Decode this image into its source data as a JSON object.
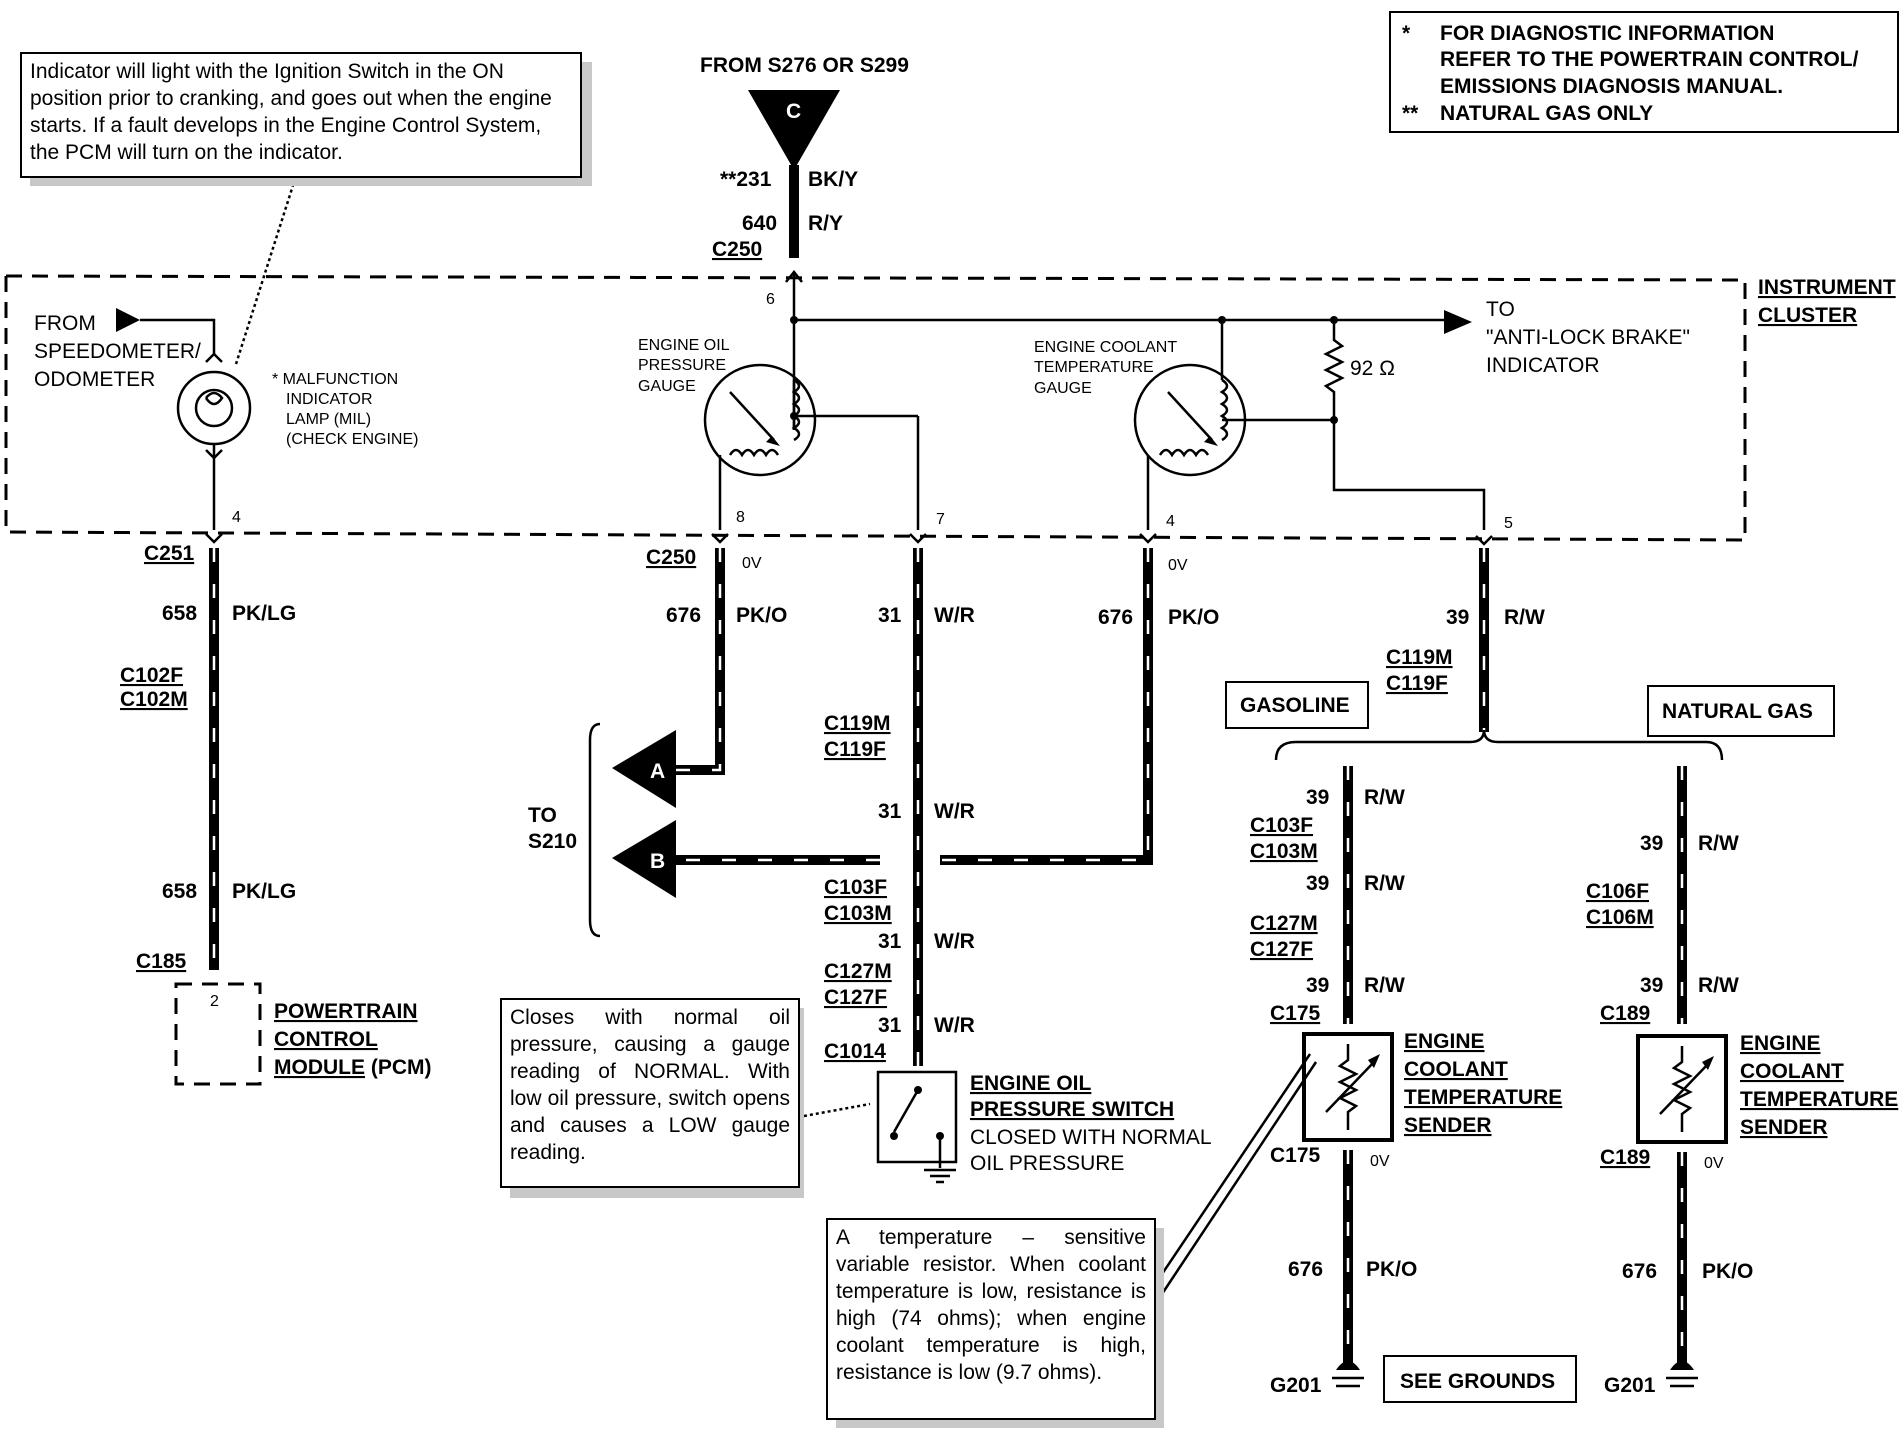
{
  "header_note": {
    "line1_marker": "*",
    "line1": "FOR DIAGNOSTIC INFORMATION",
    "line2": "REFER TO THE POWERTRAIN CONTROL/",
    "line3": "EMISSIONS DIAGNOSIS MANUAL.",
    "line4_marker": "**",
    "line4": "NATURAL GAS ONLY"
  },
  "mil_note": "Indicator will light with the Ignition Switch in the ON position prior to cranking, and goes out when the engine starts. If a fault develops in the Engine Control System, the PCM will turn on the indicator.",
  "source": {
    "label": "FROM S276 OR S299",
    "connector": "C"
  },
  "top_wires": {
    "w231": "**231",
    "w231_color": "BK/Y",
    "w640": "640",
    "w640_color": "R/Y",
    "conn": "C250",
    "pin": "6"
  },
  "cluster": {
    "line1": "INSTRUMENT",
    "line2": "CLUSTER"
  },
  "from_speedo": {
    "line1": "FROM",
    "line2": "SPEEDOMETER/",
    "line3": "ODOMETER"
  },
  "mil": {
    "line1": "* MALFUNCTION",
    "line2": "INDICATOR",
    "line3": "LAMP (MIL)",
    "line4": "(CHECK ENGINE)"
  },
  "oil_gauge": {
    "line1": "ENGINE OIL",
    "line2": "PRESSURE",
    "line3": "GAUGE"
  },
  "coolant_gauge": {
    "line1": "ENGINE COOLANT",
    "line2": "TEMPERATURE",
    "line3": "GAUGE"
  },
  "resistor": "92 Ω",
  "abs": {
    "line1": "TO",
    "line2": "\"ANTI-LOCK BRAKE\"",
    "line3": "INDICATOR"
  },
  "pins": {
    "p4a": "4",
    "p8": "8",
    "p7": "7",
    "p4b": "4",
    "p5": "5",
    "p2": "2"
  },
  "pcm_branch": {
    "conn1": "C251",
    "wire": "658",
    "color": "PK/LG",
    "c1": "C102F",
    "c2": "C102M",
    "wire2": "658",
    "color2": "PK/LG",
    "conn2": "C185"
  },
  "pcm": {
    "line1": "POWERTRAIN",
    "line2": "CONTROL",
    "line3": "MODULE",
    "line3b": " (PCM)"
  },
  "oil_ground_branch": {
    "conn": "C250",
    "volt": "0V",
    "wire": "676",
    "color": "PK/O"
  },
  "oil_switch_branch": {
    "wire": "31",
    "color": "W/R",
    "c1": "C119M",
    "c2": "C119F",
    "c3": "C103F",
    "c4": "C103M",
    "c5": "C127M",
    "c6": "C127F",
    "conn": "C1014"
  },
  "coolant_ground_branch": {
    "volt": "0V",
    "wire": "676",
    "color": "PK/O"
  },
  "to_s210": {
    "line1": "TO",
    "line2": "S210",
    "a": "A",
    "b": "B"
  },
  "oil_switch": {
    "line1": "ENGINE OIL",
    "line2": "PRESSURE SWITCH",
    "line3": "CLOSED WITH NORMAL",
    "line4": "OIL PRESSURE"
  },
  "oil_note": "Closes with normal oil pressure, causing a gauge reading of NORMAL. With low oil pressure, switch opens and causes a LOW gauge reading.",
  "sender_branch": {
    "wire": "39",
    "color": "R/W",
    "c1": "C119M",
    "c2": "C119F"
  },
  "gasoline": {
    "label": "GASOLINE",
    "c1": "C103F",
    "c2": "C103M",
    "c3": "C127M",
    "c4": "C127F",
    "c5": "C175",
    "c6": "C175",
    "volt": "0V",
    "wire": "676",
    "color": "PK/O",
    "ground": "G201"
  },
  "natural_gas": {
    "label": "NATURAL GAS",
    "c1": "C106F",
    "c2": "C106M",
    "c5": "C189",
    "c6": "C189",
    "volt": "0V",
    "wire": "676",
    "color": "PK/O",
    "ground": "G201"
  },
  "sender": {
    "line1": "ENGINE",
    "line2": "COOLANT",
    "line3": "TEMPERATURE",
    "line4": "SENDER"
  },
  "see_grounds": "SEE GROUNDS",
  "sender_note": "A temperature – sensitive variable resistor. When coolant temperature is low, resistance is high (74 ohms); when engine coolant temperature is high, resistance is low (9.7 ohms)."
}
